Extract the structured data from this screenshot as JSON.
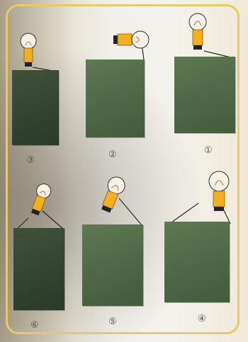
{
  "panels": [
    {
      "label": "③",
      "shade": "dark"
    },
    {
      "label": "②",
      "shade": "light"
    },
    {
      "label": "①",
      "shade": "light"
    },
    {
      "label": "⑥",
      "shade": "dark"
    },
    {
      "label": "⑤",
      "shade": "light"
    },
    {
      "label": "④",
      "shade": "light"
    }
  ],
  "colors": {
    "frame": "#e8c96a",
    "panel_light": "#56704b",
    "panel_dark": "#36482f",
    "bulb_glass": "#f4f1e6",
    "bulb_base": "#f2b01e"
  }
}
